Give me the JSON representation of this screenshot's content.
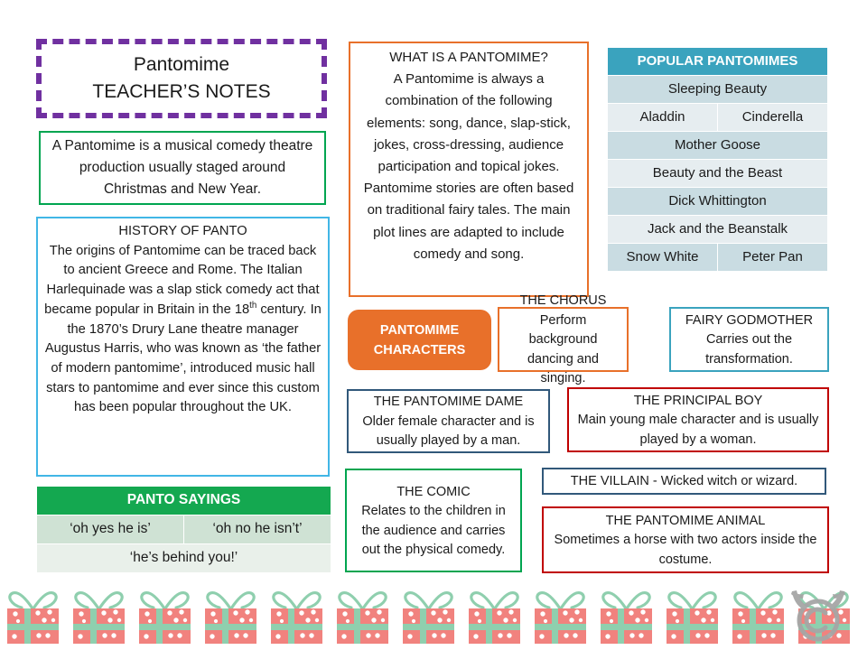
{
  "title": {
    "line1": "Pantomime",
    "line2": "TEACHER’S NOTES"
  },
  "definition": {
    "text": "A Pantomime is a musical comedy theatre production usually staged around Christmas and New Year."
  },
  "history": {
    "heading": "HISTORY OF PANTO",
    "part1": "The origins of Pantomime can be traced back to ancient Greece and Rome. The Italian Harlequinade was a slap stick comedy act that became popular in Britain in the 18",
    "ordinal": "th",
    "part2": " century. In the 1870’s Drury Lane theatre manager Augustus Harris, who was known as ‘the father of modern pantomime’, introduced music hall stars to pantomime and ever since this custom has been popular throughout the UK."
  },
  "panto_sayings": {
    "header": "PANTO SAYINGS",
    "rows": [
      [
        "‘oh yes he is’",
        "‘oh no he isn’t’"
      ],
      [
        "‘he’s behind you!’"
      ]
    ]
  },
  "what_is": {
    "heading": "WHAT IS A PANTOMIME?",
    "body": "A Pantomime is always a combination of the following elements: song, dance, slap-stick, jokes, cross-dressing, audience participation and topical jokes. Pantomime stories are often based on traditional fairy tales. The main plot lines are adapted to include comedy and song."
  },
  "popular_pantomimes": {
    "header": "POPULAR PANTOMIMES",
    "rows": [
      [
        "Sleeping Beauty"
      ],
      [
        "Aladdin",
        "Cinderella"
      ],
      [
        "Mother  Goose"
      ],
      [
        "Beauty and the Beast"
      ],
      [
        "Dick Whittington"
      ],
      [
        "Jack and the Beanstalk"
      ],
      [
        "Snow White",
        "Peter Pan"
      ]
    ]
  },
  "characters": {
    "pill_line1": "PANTOMIME",
    "pill_line2": "CHARACTERS",
    "chorus": {
      "heading": "THE CHORUS",
      "body": "Perform background dancing and singing."
    },
    "fairy_godmother": {
      "heading": "FAIRY GODMOTHER",
      "body": "Carries out the transformation."
    },
    "dame": {
      "heading": "THE PANTOMIME DAME",
      "body": "Older female character and is usually played by a man."
    },
    "principal_boy": {
      "heading": "THE PRINCIPAL BOY",
      "body": "Main young male character and is usually played by a woman."
    },
    "comic": {
      "heading": "THE COMIC",
      "body": "Relates to the children in the audience and carries out the physical comedy."
    },
    "villain": {
      "heading": "THE VILLAIN - Wicked witch or wizard."
    },
    "animal": {
      "heading": "THE PANTOMIME ANIMAL",
      "body": "Sometimes a horse with two actors inside the costume."
    }
  },
  "decor": {
    "gift_icon": "gift-box-icon",
    "watermark_icon": "copyright-reindeer-icon",
    "gift_count": 13,
    "colors": {
      "purple": "#7030A0",
      "green": "#00A550",
      "green_header": "#14A850",
      "blue_light": "#41B6E6",
      "orange": "#E8702A",
      "teal": "#3AA3BE",
      "navy": "#31587A",
      "red": "#C00000",
      "gift_pink": "#F1827E",
      "gift_mint": "#8FCFAE",
      "watermark_grey": "#A6A6A6"
    }
  }
}
